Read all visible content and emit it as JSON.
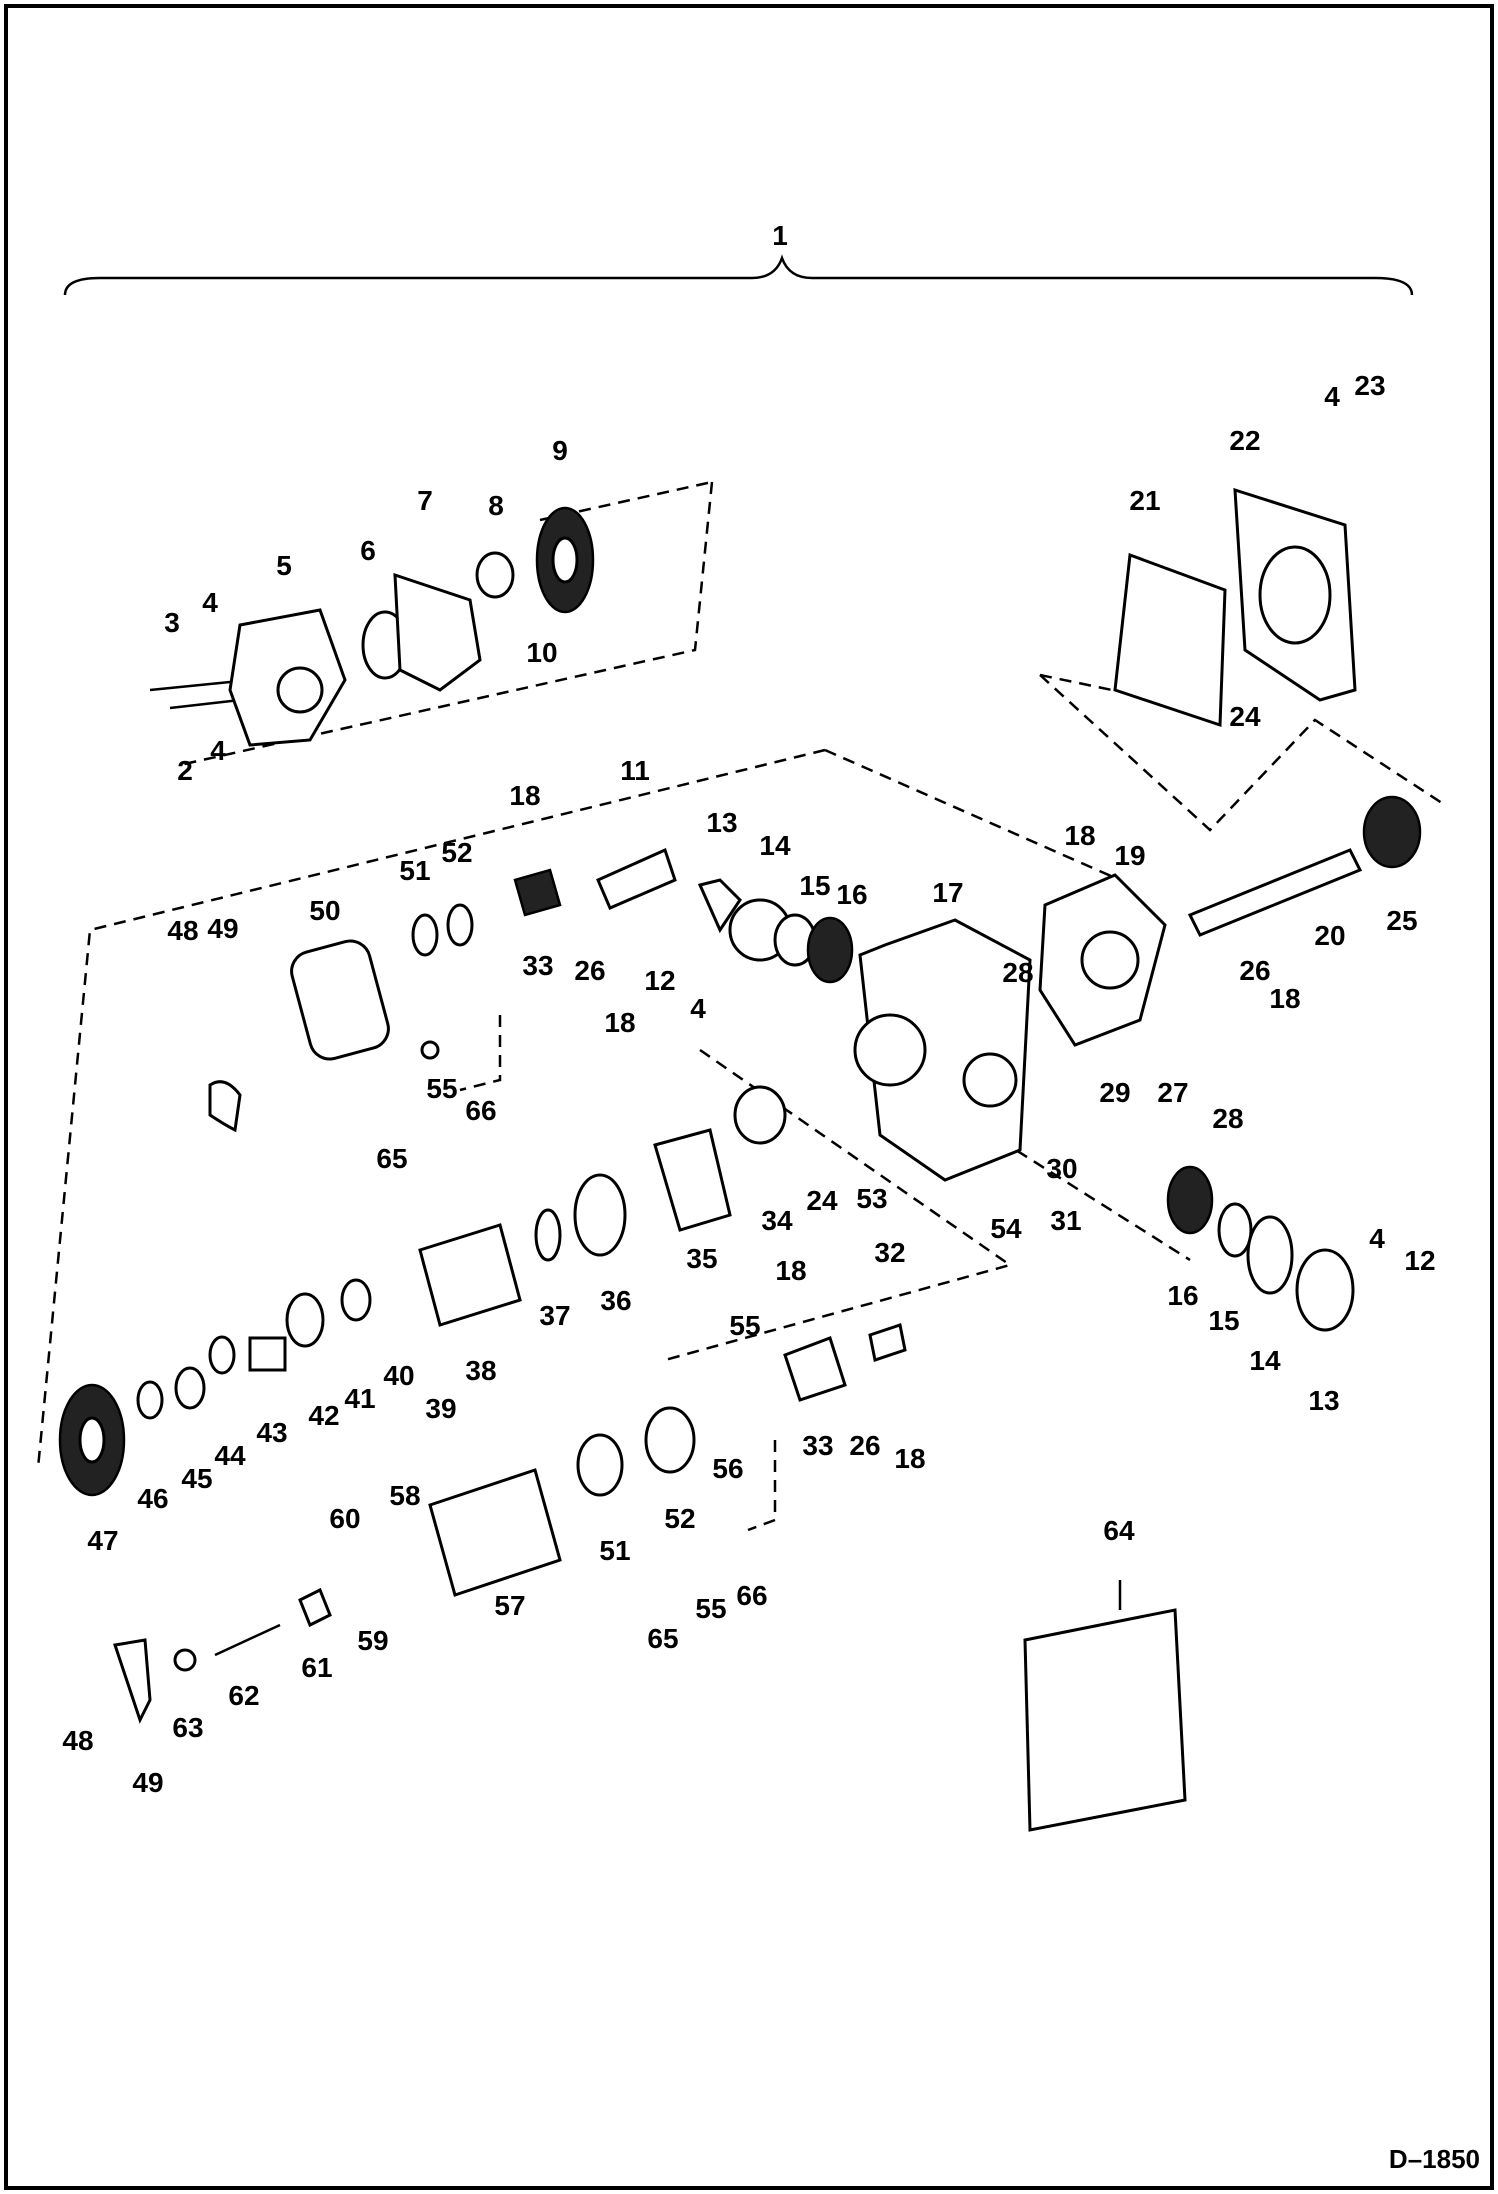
{
  "figure_id": "D–1850",
  "callouts": [
    {
      "label": "1"
    },
    {
      "label": "2"
    },
    {
      "label": "3"
    },
    {
      "label": "4"
    },
    {
      "label": "4"
    },
    {
      "label": "5"
    },
    {
      "label": "6"
    },
    {
      "label": "7"
    },
    {
      "label": "8"
    },
    {
      "label": "9"
    },
    {
      "label": "10"
    },
    {
      "label": "4"
    },
    {
      "label": "23"
    },
    {
      "label": "22"
    },
    {
      "label": "21"
    },
    {
      "label": "24"
    },
    {
      "label": "11"
    },
    {
      "label": "18"
    },
    {
      "label": "52"
    },
    {
      "label": "51"
    },
    {
      "label": "50"
    },
    {
      "label": "48"
    },
    {
      "label": "49"
    },
    {
      "label": "33"
    },
    {
      "label": "26"
    },
    {
      "label": "18"
    },
    {
      "label": "13"
    },
    {
      "label": "14"
    },
    {
      "label": "15"
    },
    {
      "label": "16"
    },
    {
      "label": "12"
    },
    {
      "label": "4"
    },
    {
      "label": "17"
    },
    {
      "label": "18"
    },
    {
      "label": "19"
    },
    {
      "label": "20"
    },
    {
      "label": "25"
    },
    {
      "label": "28"
    },
    {
      "label": "26"
    },
    {
      "label": "18"
    },
    {
      "label": "29"
    },
    {
      "label": "27"
    },
    {
      "label": "28"
    },
    {
      "label": "65"
    },
    {
      "label": "55"
    },
    {
      "label": "66"
    },
    {
      "label": "34"
    },
    {
      "label": "24"
    },
    {
      "label": "53"
    },
    {
      "label": "30"
    },
    {
      "label": "31"
    },
    {
      "label": "54"
    },
    {
      "label": "35"
    },
    {
      "label": "36"
    },
    {
      "label": "37"
    },
    {
      "label": "38"
    },
    {
      "label": "39"
    },
    {
      "label": "40"
    },
    {
      "label": "41"
    },
    {
      "label": "42"
    },
    {
      "label": "43"
    },
    {
      "label": "44"
    },
    {
      "label": "45"
    },
    {
      "label": "46"
    },
    {
      "label": "47"
    },
    {
      "label": "16"
    },
    {
      "label": "15"
    },
    {
      "label": "14"
    },
    {
      "label": "13"
    },
    {
      "label": "4"
    },
    {
      "label": "12"
    },
    {
      "label": "18"
    },
    {
      "label": "32"
    },
    {
      "label": "55"
    },
    {
      "label": "56"
    },
    {
      "label": "33"
    },
    {
      "label": "26"
    },
    {
      "label": "18"
    },
    {
      "label": "51"
    },
    {
      "label": "52"
    },
    {
      "label": "60"
    },
    {
      "label": "58"
    },
    {
      "label": "59"
    },
    {
      "label": "57"
    },
    {
      "label": "61"
    },
    {
      "label": "62"
    },
    {
      "label": "63"
    },
    {
      "label": "48"
    },
    {
      "label": "49"
    },
    {
      "label": "65"
    },
    {
      "label": "55"
    },
    {
      "label": "66"
    },
    {
      "label": "64"
    }
  ]
}
